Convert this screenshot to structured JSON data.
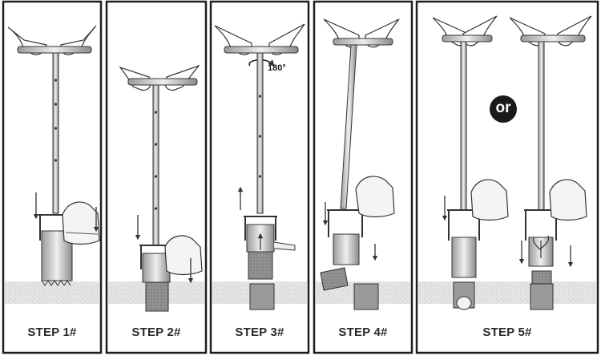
{
  "steps": [
    {
      "label": "STEP 1#"
    },
    {
      "label": "STEP 2#"
    },
    {
      "label": "STEP 3#"
    },
    {
      "label": "STEP 4#"
    },
    {
      "label": "STEP 5#"
    }
  ],
  "annotations": {
    "rotation": "180°",
    "alternative": "or"
  }
}
